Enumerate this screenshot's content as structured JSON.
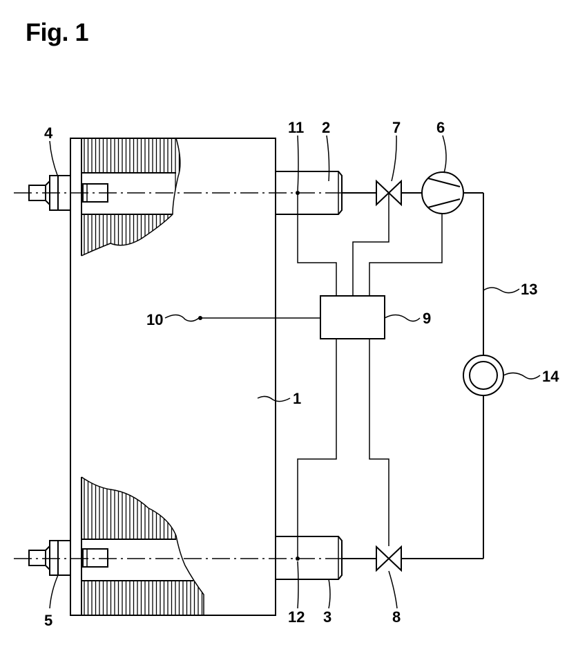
{
  "figure": {
    "title": "Fig. 1"
  },
  "labels": {
    "l1": "1",
    "l2": "2",
    "l3": "3",
    "l4": "4",
    "l5": "5",
    "l6": "6",
    "l7": "7",
    "l8": "8",
    "l9": "9",
    "l10": "10",
    "l11": "11",
    "l12": "12",
    "l13": "13",
    "l14": "14"
  }
}
